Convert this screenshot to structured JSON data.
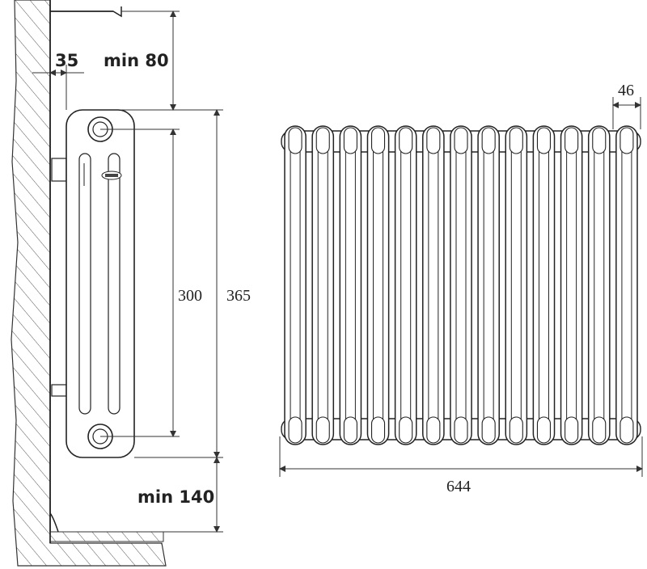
{
  "labels": {
    "wall_gap": "35",
    "top_clearance": "min 80",
    "center_distance": "300",
    "total_height": "365",
    "floor_clearance": "min 140",
    "total_width": "644",
    "section_width": "46"
  },
  "front_view": {
    "section_count": 13
  }
}
